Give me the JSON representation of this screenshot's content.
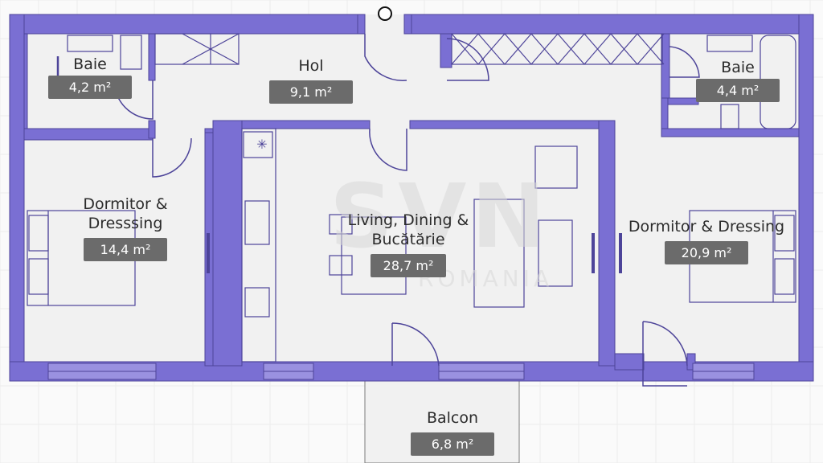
{
  "colors": {
    "wall": "#7a6fd3",
    "wall_stroke": "#4d4499",
    "furniture": "#4d4499",
    "label_bg": "#6b6b6b",
    "background": "#fafafa",
    "grid": "#ececec"
  },
  "rooms": {
    "baie_left": {
      "name": "Baie",
      "area": "4,2 m²"
    },
    "hol": {
      "name": "Hol",
      "area": "9,1 m²"
    },
    "baie_right": {
      "name": "Baie",
      "area": "4,4 m²"
    },
    "dormitor_left": {
      "name": "Dormitor &\nDresssing",
      "area": "14,4 m²"
    },
    "living": {
      "name": "Living, Dining &\nBucătărie",
      "area": "28,7 m²"
    },
    "dormitor_right": {
      "name": "Dormitor & Dressing",
      "area": "20,9 m²"
    },
    "balcon": {
      "name": "Balcon",
      "area": "6,8 m²"
    }
  },
  "watermark": {
    "brand": "SVN",
    "sub": "ROMANIA"
  },
  "icons": {
    "entrance": "circle-marker-icon",
    "kitchen": "snowflake-icon"
  }
}
